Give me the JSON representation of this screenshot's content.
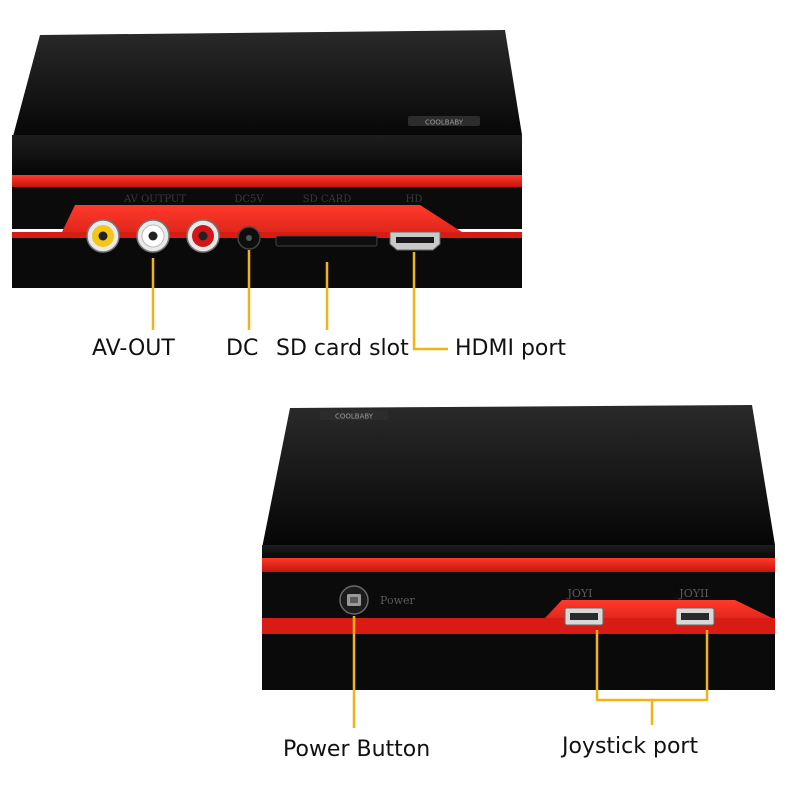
{
  "colors": {
    "case_black": "#111111",
    "accent_red": "#e3231b",
    "leader_gold": "#f2b318"
  },
  "back_panel": {
    "device_brand": "COOLBABY",
    "port_labels": {
      "av_output": "AV OUTPUT",
      "dc": "DC5V",
      "sd": "SD CARD",
      "hd": "HD"
    },
    "callouts": {
      "av_out": "AV-OUT",
      "dc": "DC",
      "sd": "SD card slot",
      "hdmi": "HDMI port"
    }
  },
  "front_panel": {
    "device_brand": "COOLBABY",
    "power_label": "Power",
    "joy1_label": "JOYI",
    "joy2_label": "JOYII",
    "callouts": {
      "power": "Power Button",
      "joystick": "Joystick port"
    }
  }
}
